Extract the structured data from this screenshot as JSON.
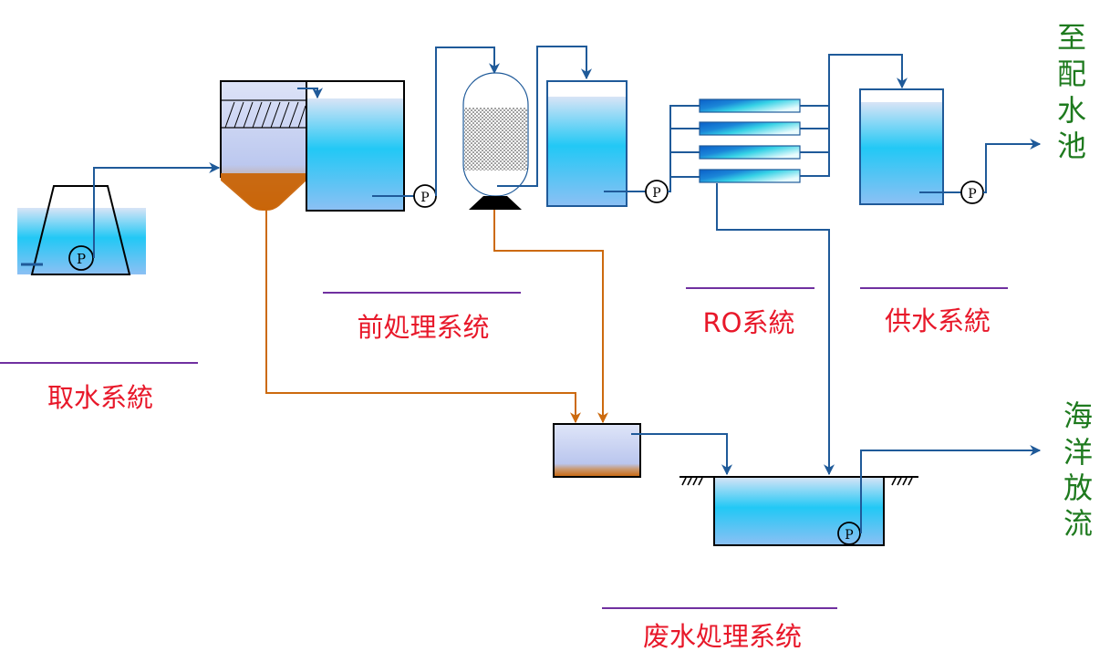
{
  "colors": {
    "pipe": "#1f5a99",
    "sludge_pipe": "#cc6a0e",
    "divider": "#7030a0",
    "system_label": "#e8182a",
    "destination_label": "#1e7a1e",
    "water_top": "#d6e4f6",
    "water_mid": "#22c8f5",
    "water_bottom": "#8dc2f4",
    "sludge": "#c9650a",
    "settling_water": "#c7d0f0"
  },
  "systems": {
    "intake": "取水系統",
    "pretreatment": "前処理系统",
    "ro": "RO系統",
    "supply": "供水系統",
    "wastewater": "废水処理系统"
  },
  "destinations": {
    "distribution": [
      "至",
      "配",
      "水",
      "池"
    ],
    "ocean_discharge": [
      "海",
      "洋",
      "放",
      "流"
    ]
  },
  "pump_label": "P",
  "components": {
    "intake_pump": "P",
    "pretreatment_pump": "P",
    "filter_pump": "P",
    "supply_pump": "P",
    "discharge_pump": "P"
  },
  "ro_membrane_count": 4
}
